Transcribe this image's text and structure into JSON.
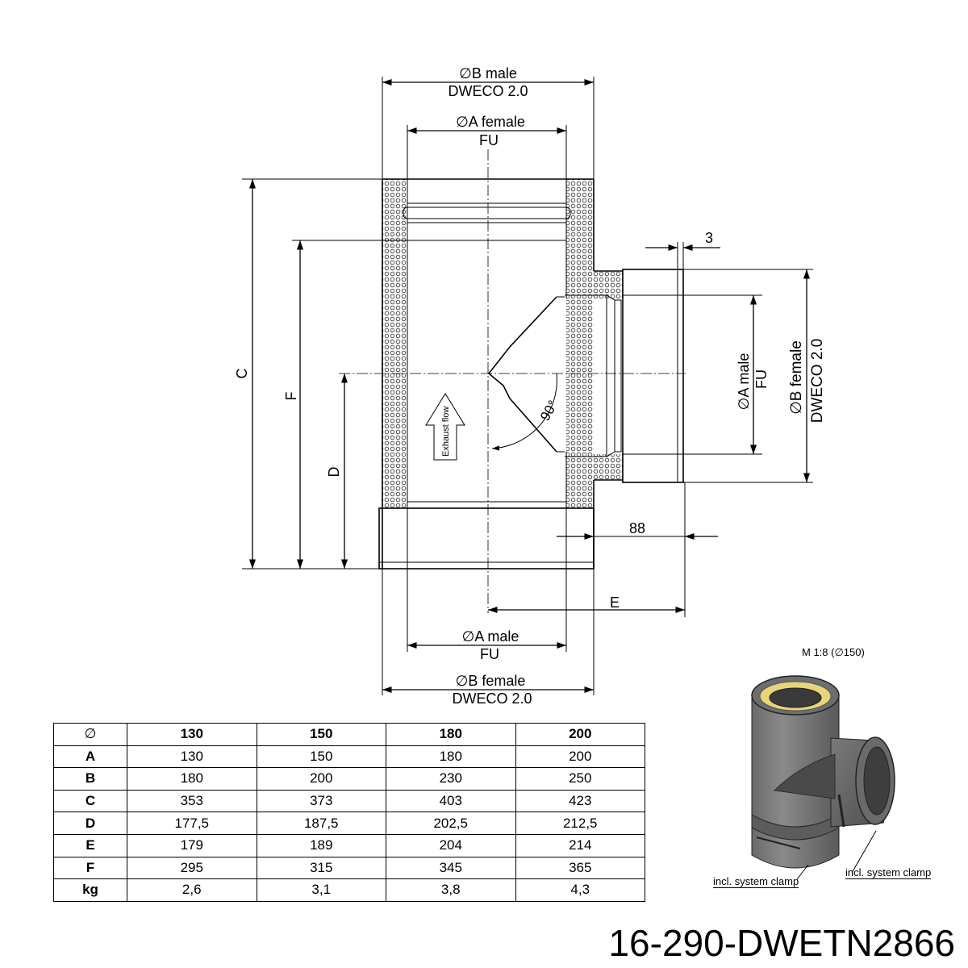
{
  "drawing": {
    "top_outer_label_1": "∅B male",
    "top_outer_label_2": "DWECO 2.0",
    "top_inner_label_1": "∅A female",
    "top_inner_label_2": "FU",
    "bottom_inner_label_1": "∅A male",
    "bottom_inner_label_2": "FU",
    "bottom_outer_label_1": "∅B female",
    "bottom_outer_label_2": "DWECO 2.0",
    "side_inner_label_1": "∅A male",
    "side_inner_label_2": "FU",
    "side_outer_label_1": "∅B female",
    "side_outer_label_2": "DWECO 2.0",
    "dim_c": "C",
    "dim_f": "F",
    "dim_d": "D",
    "dim_e": "E",
    "dim_3": "3",
    "dim_88": "88",
    "angle": "90°",
    "flow_label": "Exhaust flow"
  },
  "table": {
    "header": [
      "∅",
      "130",
      "150",
      "180",
      "200"
    ],
    "rows": [
      {
        "label": "A",
        "values": [
          "130",
          "150",
          "180",
          "200"
        ]
      },
      {
        "label": "B",
        "values": [
          "180",
          "200",
          "230",
          "250"
        ]
      },
      {
        "label": "C",
        "values": [
          "353",
          "373",
          "403",
          "423"
        ]
      },
      {
        "label": "D",
        "values": [
          "177,5",
          "187,5",
          "202,5",
          "212,5"
        ]
      },
      {
        "label": "E",
        "values": [
          "179",
          "189",
          "204",
          "214"
        ]
      },
      {
        "label": "F",
        "values": [
          "295",
          "315",
          "345",
          "365"
        ]
      },
      {
        "label": "kg",
        "values": [
          "2,6",
          "3,1",
          "3,8",
          "4,3"
        ]
      }
    ]
  },
  "render": {
    "scale": "M 1:8 (∅150)",
    "clamp_label_left": "incl. system clamp",
    "clamp_label_right": "incl. system clamp"
  },
  "doc_number": "16-290-DWETN2866"
}
